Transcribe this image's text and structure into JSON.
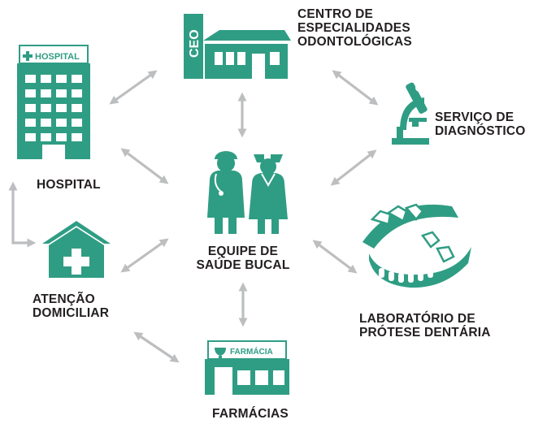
{
  "colors": {
    "teal": "#2f9d84",
    "arrow": "#bcbec0",
    "text": "#231f20"
  },
  "nodes": {
    "ceo": {
      "lines": [
        "CENTRO DE",
        "ESPECIALIDADES",
        "ODONTOLÓGICAS"
      ],
      "sign": "CEO",
      "icon": "dental-clinic-building-icon"
    },
    "hospital": {
      "label": "HOSPITAL",
      "sign": "HOSPITAL",
      "icon": "hospital-building-icon"
    },
    "diagnostico": {
      "lines": [
        "SERVIÇO DE",
        "DIAGNÓSTICO"
      ],
      "icon": "microscope-icon"
    },
    "center": {
      "lines": [
        "EQUIPE DE",
        "SAÚDE BUCAL"
      ],
      "icon": "dental-team-icon"
    },
    "domiciliar": {
      "lines": [
        "ATENÇÃO",
        "DOMICILIAR"
      ],
      "icon": "home-care-house-icon"
    },
    "laboratorio": {
      "lines": [
        "LABORATÓRIO DE",
        "PRÓTESE DENTÁRIA"
      ],
      "icon": "dental-prosthesis-icon"
    },
    "farmacias": {
      "label": "FARMÁCIAS",
      "sign": "FARMÁCIA",
      "icon": "pharmacy-building-icon"
    }
  }
}
